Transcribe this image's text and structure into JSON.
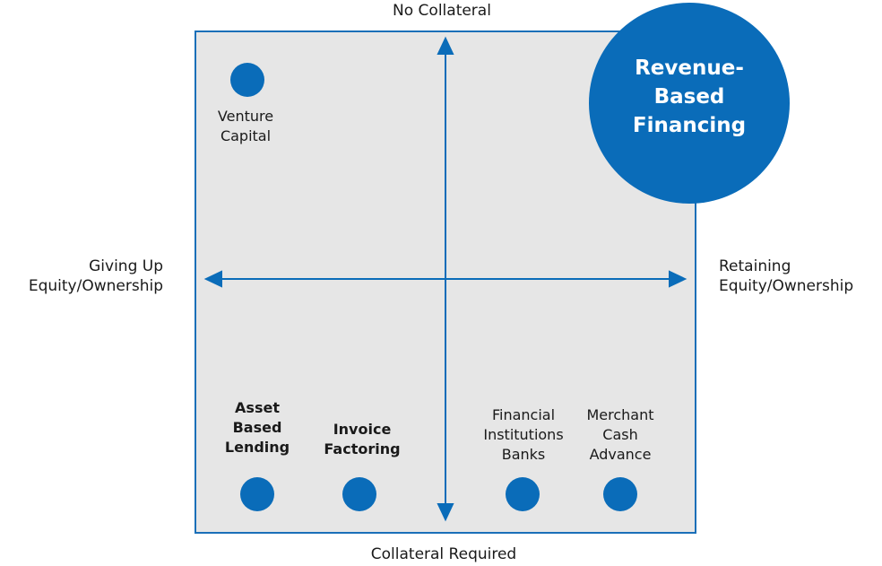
{
  "axes": {
    "top": "No Collateral",
    "bottom": "Collateral Required",
    "left": "Giving Up\nEquity/Ownership",
    "right": "Retaining\nEquity/Ownership"
  },
  "highlight": {
    "label": "Revenue-\nBased\nFinancing"
  },
  "items": {
    "venture_capital": "Venture\nCapital",
    "asset_based_lending": "Asset\nBased\nLending",
    "invoice_factoring": "Invoice\nFactoring",
    "financial_institutions": "Financial\nInstitutions\nBanks",
    "merchant_cash_advance": "Merchant\nCash\nAdvance"
  },
  "colors": {
    "accent": "#0a6cb9",
    "frame": "#1a6fb8",
    "background": "#e6e6e6"
  }
}
